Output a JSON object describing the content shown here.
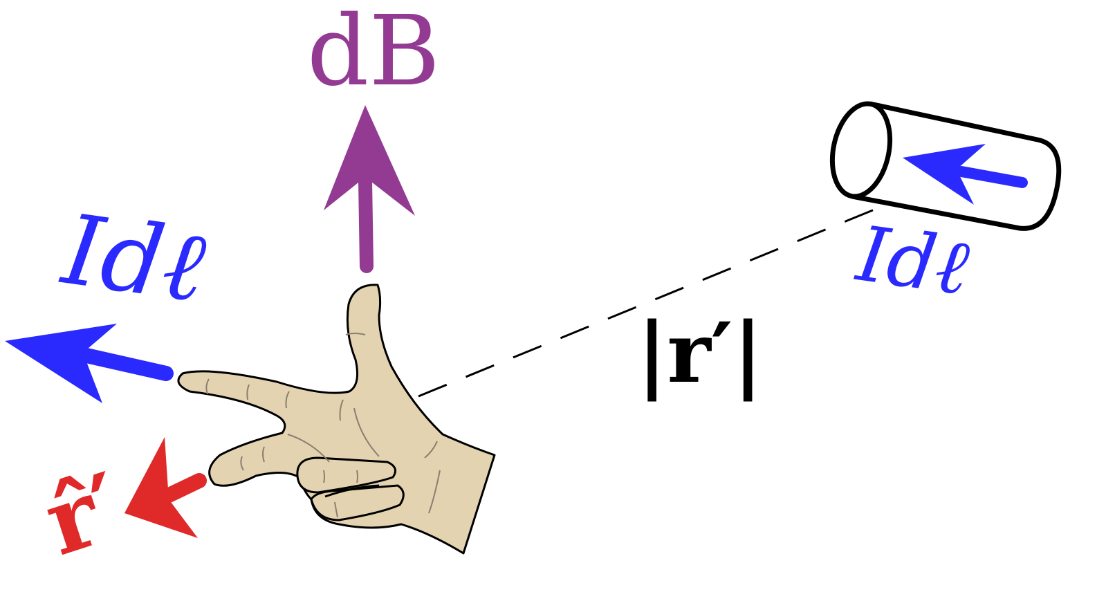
{
  "diagram": {
    "field_label": "dB",
    "current_element_label_left": "Idℓ",
    "current_element_label_right": "Idℓ",
    "unit_vector_label": "r̂′",
    "distance_label": "|r′|",
    "colors": {
      "field": "#933a92",
      "current": "#2a2aff",
      "current_dark": "#1010c8",
      "unit_vector": "#e02a2a",
      "skin": "#e3d3b0",
      "outline": "#000000"
    },
    "icons": {
      "hand": "right-hand-rule-icon",
      "wire": "wire-segment-icon"
    }
  }
}
